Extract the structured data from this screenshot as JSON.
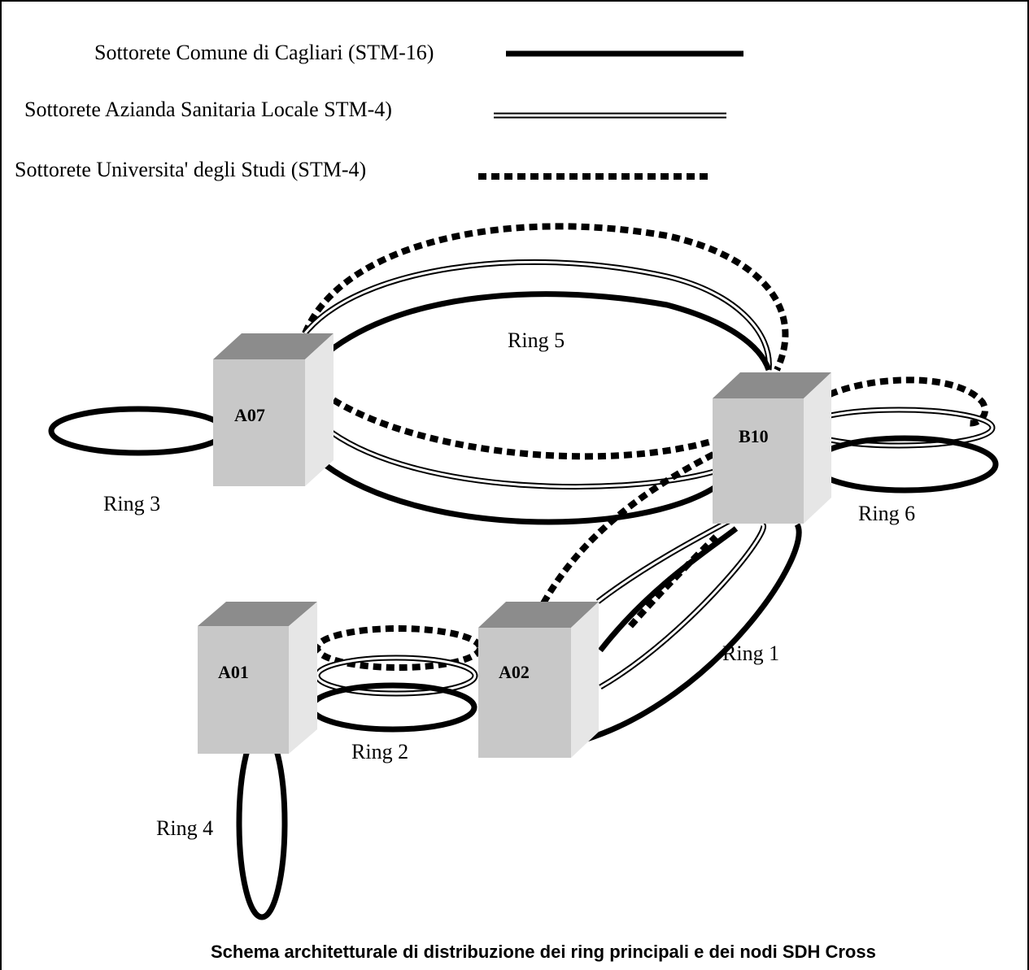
{
  "legend": {
    "comune": "Sottorete Comune di Cagliari (STM-16)",
    "asl": "Sottorete Azianda Sanitaria Locale STM-4)",
    "universita": "Sottorete Universita' degli Studi (STM-4)"
  },
  "nodes": {
    "a07": "A07",
    "b10": "B10",
    "a01": "A01",
    "a02": "A02"
  },
  "rings": {
    "ring1": "Ring 1",
    "ring2": "Ring 2",
    "ring3": "Ring 3",
    "ring4": "Ring 4",
    "ring5": "Ring 5",
    "ring6": "Ring 6"
  },
  "caption": "Schema architetturale di distribuzione dei ring principali e dei nodi SDH Cross",
  "colors": {
    "line": "#000000",
    "node_front": "#c8c8c8",
    "node_top": "#8c8c8c",
    "node_side": "#e6e6e6"
  }
}
